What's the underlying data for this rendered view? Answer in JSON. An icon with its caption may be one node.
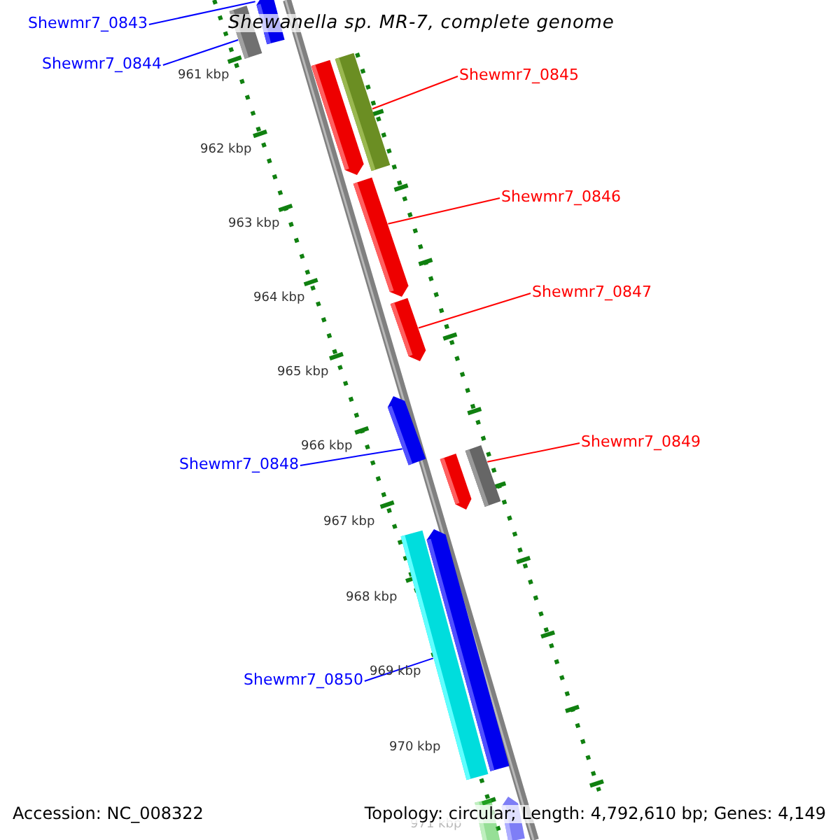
{
  "diagram": {
    "title": "Shewanella sp. MR-7, complete genome",
    "nodes": [
      {
        "text": [
          "Shewmr7_0843"
        ]
      },
      {
        "text": [
          "Shewmr7_0844"
        ]
      },
      {
        "text": [
          "Shewmr7_0845"
        ]
      },
      {
        "text": [
          "Shewmr7_0846"
        ]
      },
      {
        "text": [
          "Shewmr7_0847"
        ]
      },
      {
        "text": [
          "Shewmr7_0849"
        ]
      },
      {
        "text": [
          "Shewmr7_0848"
        ]
      },
      {
        "text": [
          "Shewmr7_0850"
        ]
      },
      {
        "text": [],
        "shape": "bar"
      },
      {
        "text": [],
        "shape": "bar"
      },
      {
        "text": [],
        "shape": "bar"
      },
      {
        "text": [],
        "shape": "bar"
      },
      {
        "text": [],
        "shape": "bar"
      },
      {
        "text": [],
        "shape": "bar"
      },
      {
        "text": [],
        "shape": "bar"
      },
      {
        "text": [],
        "shape": "bar"
      },
      {
        "text": [],
        "shape": "bar"
      },
      {
        "text": [],
        "shape": "bar"
      },
      {
        "text": [],
        "shape": "bar"
      },
      {
        "text": [],
        "shape": "bar"
      },
      {
        "text": [],
        "shape": "bar"
      }
    ],
    "edges": [
      {
        "from": 0,
        "to": 9,
        "arrow": "none",
        "color": "#0000ff"
      },
      {
        "from": 1,
        "to": 8,
        "arrow": "none",
        "color": "#0000ff"
      },
      {
        "from": 2,
        "to": 11,
        "arrow": "none",
        "color": "#ff0000"
      },
      {
        "from": 3,
        "to": 12,
        "arrow": "none",
        "color": "#ff0000"
      },
      {
        "from": 4,
        "to": 13,
        "arrow": "none",
        "color": "#ff0000"
      },
      {
        "from": 5,
        "to": 16,
        "arrow": "none",
        "color": "#ff0000"
      },
      {
        "from": 6,
        "to": 14,
        "arrow": "none",
        "color": "#0000ff"
      },
      {
        "from": 7,
        "to": 17,
        "arrow": "none",
        "color": "#0000ff"
      }
    ],
    "labels": [
      "961 kbp",
      "962 kbp",
      "963 kbp",
      "964 kbp",
      "965 kbp",
      "966 kbp",
      "967 kbp",
      "968 kbp",
      "969 kbp",
      "970 kbp",
      "971 kbp",
      "Accession: NC_008322",
      "Topology: circular; Length: 4,792,610 bp; Genes: 4,149"
    ]
  }
}
